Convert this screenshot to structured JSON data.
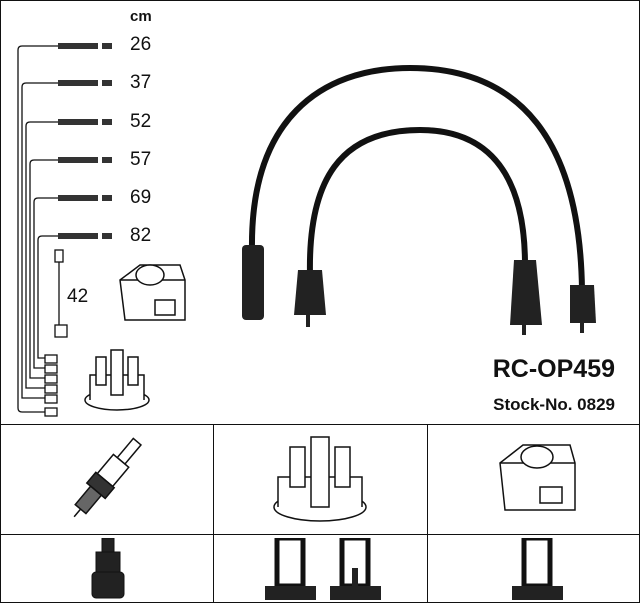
{
  "legend": {
    "unit": "cm",
    "lengths": [
      "26",
      "37",
      "52",
      "57",
      "69",
      "82"
    ],
    "coil_lead_length": "42"
  },
  "product": {
    "model": "RC-OP459",
    "stock_number": "Stock-No. 0829"
  },
  "parts_grid": {
    "row1": [
      "spark-plug-icon",
      "distributor-cap-icon",
      "ignition-coil-icon"
    ],
    "row2": [
      "plug-connector-icon",
      "distributor-connector-icons",
      "coil-connector-icon"
    ]
  }
}
